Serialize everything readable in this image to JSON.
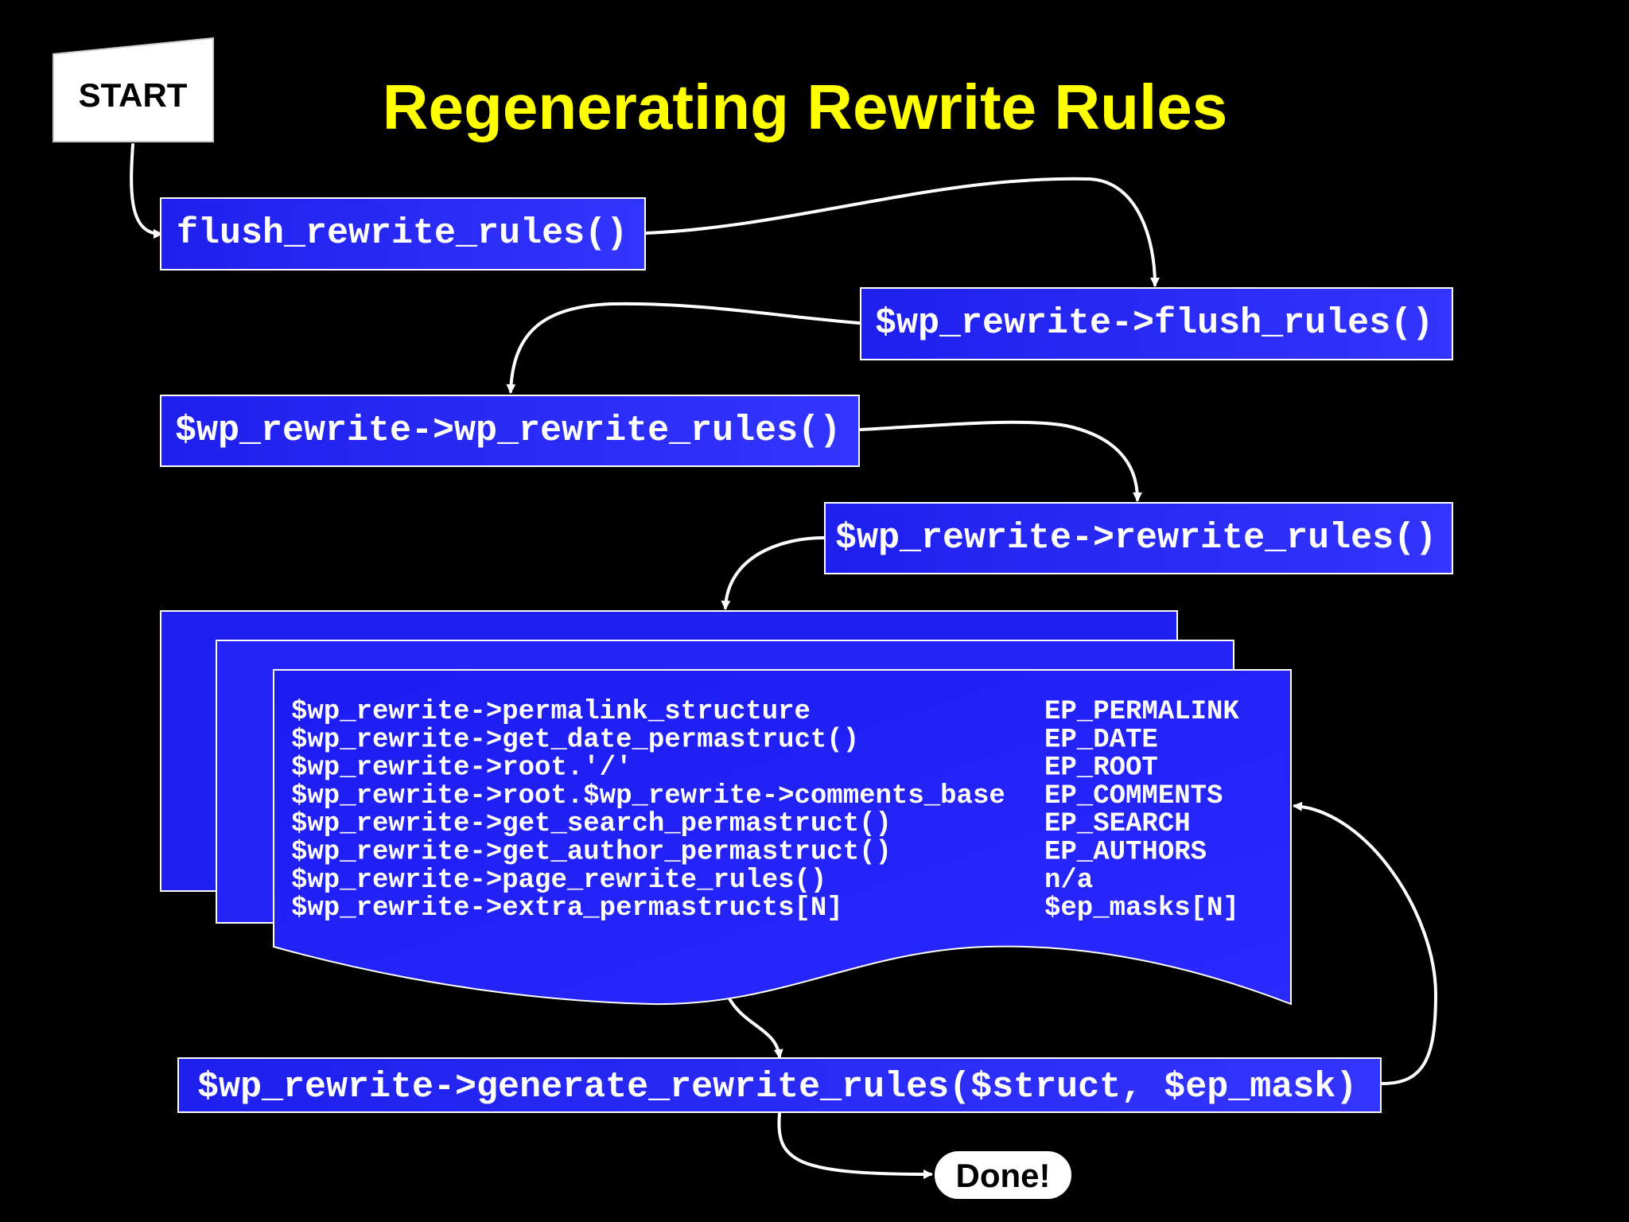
{
  "title": "Regenerating Rewrite Rules",
  "start_label": "START",
  "done_label": "Done!",
  "nodes": {
    "flush_rewrite_rules": "flush_rewrite_rules()",
    "flush_rules": "$wp_rewrite->flush_rules()",
    "wp_rewrite_rules": "$wp_rewrite->wp_rewrite_rules()",
    "rewrite_rules": "$wp_rewrite->rewrite_rules()",
    "generate_rewrite_rules": "$wp_rewrite->generate_rewrite_rules($struct, $ep_mask)"
  },
  "structures": [
    {
      "struct": "$wp_rewrite->permalink_structure",
      "ep_mask": "EP_PERMALINK"
    },
    {
      "struct": "$wp_rewrite->get_date_permastruct()",
      "ep_mask": "EP_DATE"
    },
    {
      "struct": "$wp_rewrite->root.'/'",
      "ep_mask": "EP_ROOT"
    },
    {
      "struct": "$wp_rewrite->root.$wp_rewrite->comments_base",
      "ep_mask": "EP_COMMENTS"
    },
    {
      "struct": "$wp_rewrite->get_search_permastruct()",
      "ep_mask": "EP_SEARCH"
    },
    {
      "struct": "$wp_rewrite->get_author_permastruct()",
      "ep_mask": "EP_AUTHORS"
    },
    {
      "struct": "$wp_rewrite->page_rewrite_rules()",
      "ep_mask": "n/a"
    },
    {
      "struct": "$wp_rewrite->extra_permastructs[N]",
      "ep_mask": "$ep_masks[N]"
    }
  ],
  "colors": {
    "background": "#000000",
    "title": "#ffff00",
    "box_fill": "#1a1aff",
    "box_fill_light": "#3b3bff",
    "text": "#ffffff",
    "start_fill": "#ffffff",
    "start_text": "#000000"
  }
}
